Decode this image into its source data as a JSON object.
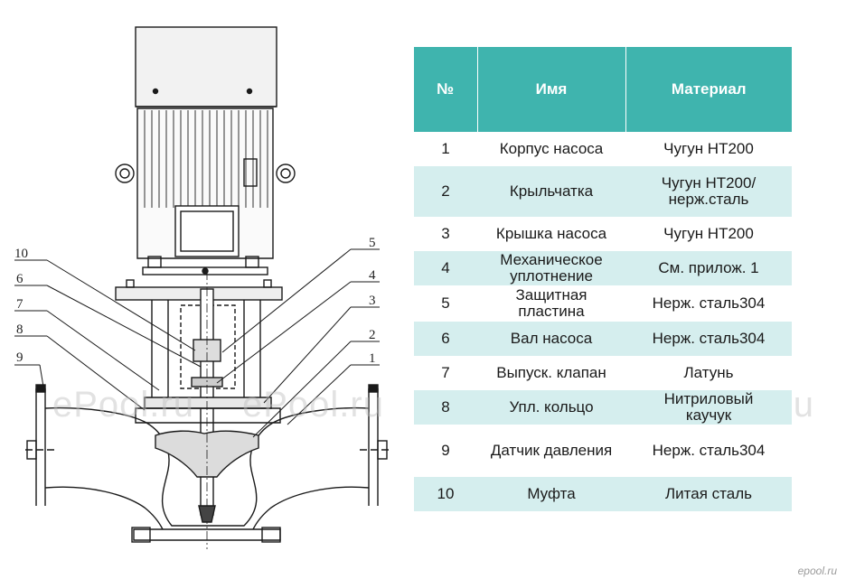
{
  "callouts": [
    "10",
    "6",
    "7",
    "8",
    "9",
    "5",
    "4",
    "3",
    "2",
    "1"
  ],
  "table": {
    "headers": [
      "№",
      "Имя",
      "Материал"
    ],
    "rows": [
      {
        "num": "1",
        "name": "Корпус насоса",
        "material": "Чугун HT200"
      },
      {
        "num": "2",
        "name": "Крыльчатка",
        "material": "Чугун HT200/\nнерж.сталь"
      },
      {
        "num": "3",
        "name": "Крышка насоса",
        "material": "Чугун HT200"
      },
      {
        "num": "4",
        "name": "Механическое\nуплотнение",
        "material": "См. прилож. 1"
      },
      {
        "num": "5",
        "name": "Защитная\nпластина",
        "material": "Нерж. сталь304"
      },
      {
        "num": "6",
        "name": "Вал насоса",
        "material": "Нерж. сталь304"
      },
      {
        "num": "7",
        "name": "Выпуск. клапан",
        "material": "Латунь"
      },
      {
        "num": "8",
        "name": "Упл. кольцо",
        "material": "Нитриловый\nкаучук"
      },
      {
        "num": "9",
        "name": "Датчик давления",
        "material": "Нерж. сталь304"
      },
      {
        "num": "10",
        "name": "Муфта",
        "material": "Литая сталь"
      }
    ]
  },
  "watermarks": [
    "ePool.ru",
    "ePool.ru",
    "ePool.ru",
    "ePool.ru"
  ],
  "brand": "epool.ru",
  "colors": {
    "header": "#3fb4ae",
    "row_alt": "#d5eeee",
    "line": "#1a1a1a"
  }
}
